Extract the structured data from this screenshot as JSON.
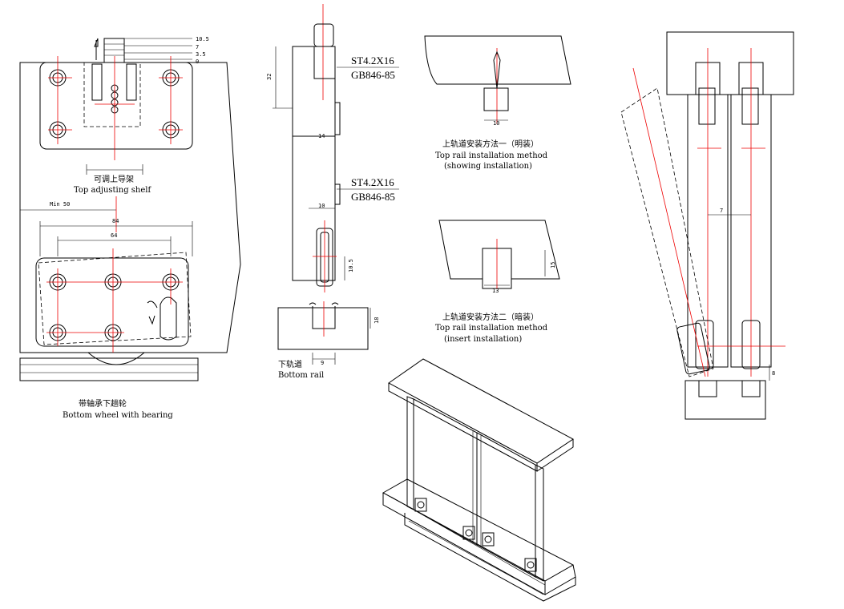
{
  "labels": {
    "top_shelf_cn": "可调上导架",
    "top_shelf_en": "Top adjusting shelf",
    "min_50": "Min 50",
    "dim_84": "84",
    "dim_64": "64",
    "dim_10_5": "10.5",
    "dim_7": "7",
    "dim_3_5": "3.5",
    "dim_0": "0",
    "bottom_wheel_cn": "带轴承下趟轮",
    "bottom_wheel_en": "Bottom wheel with bearing",
    "screw1_a": "ST4.2X16",
    "screw1_b": "GB846-85",
    "screw2_a": "ST4.2X16",
    "screw2_b": "GB846-85",
    "dim_14": "14",
    "dim_10": "10",
    "dim_10_5b": "10.5",
    "dim_18": "18",
    "dim_9": "9",
    "bottom_rail_cn": "下轨道",
    "bottom_rail_en": "Bottom rail",
    "method1_cn": "上轨道安装方法一（明装）",
    "method1_en": "Top rail installation method",
    "method1_sub": "(showing installation)",
    "method2_cn": "上轨道安装方法二（暗装）",
    "method2_en": "Top rail installation method",
    "method2_sub": "(insert installation)",
    "dim_m1": "10",
    "dim_m2_w": "13",
    "dim_m2_h": "15",
    "dim_7b": "7",
    "dim_8": "8"
  },
  "colors": {
    "line": "#000000",
    "centerline": "#e00000",
    "hatch": "#000000"
  }
}
